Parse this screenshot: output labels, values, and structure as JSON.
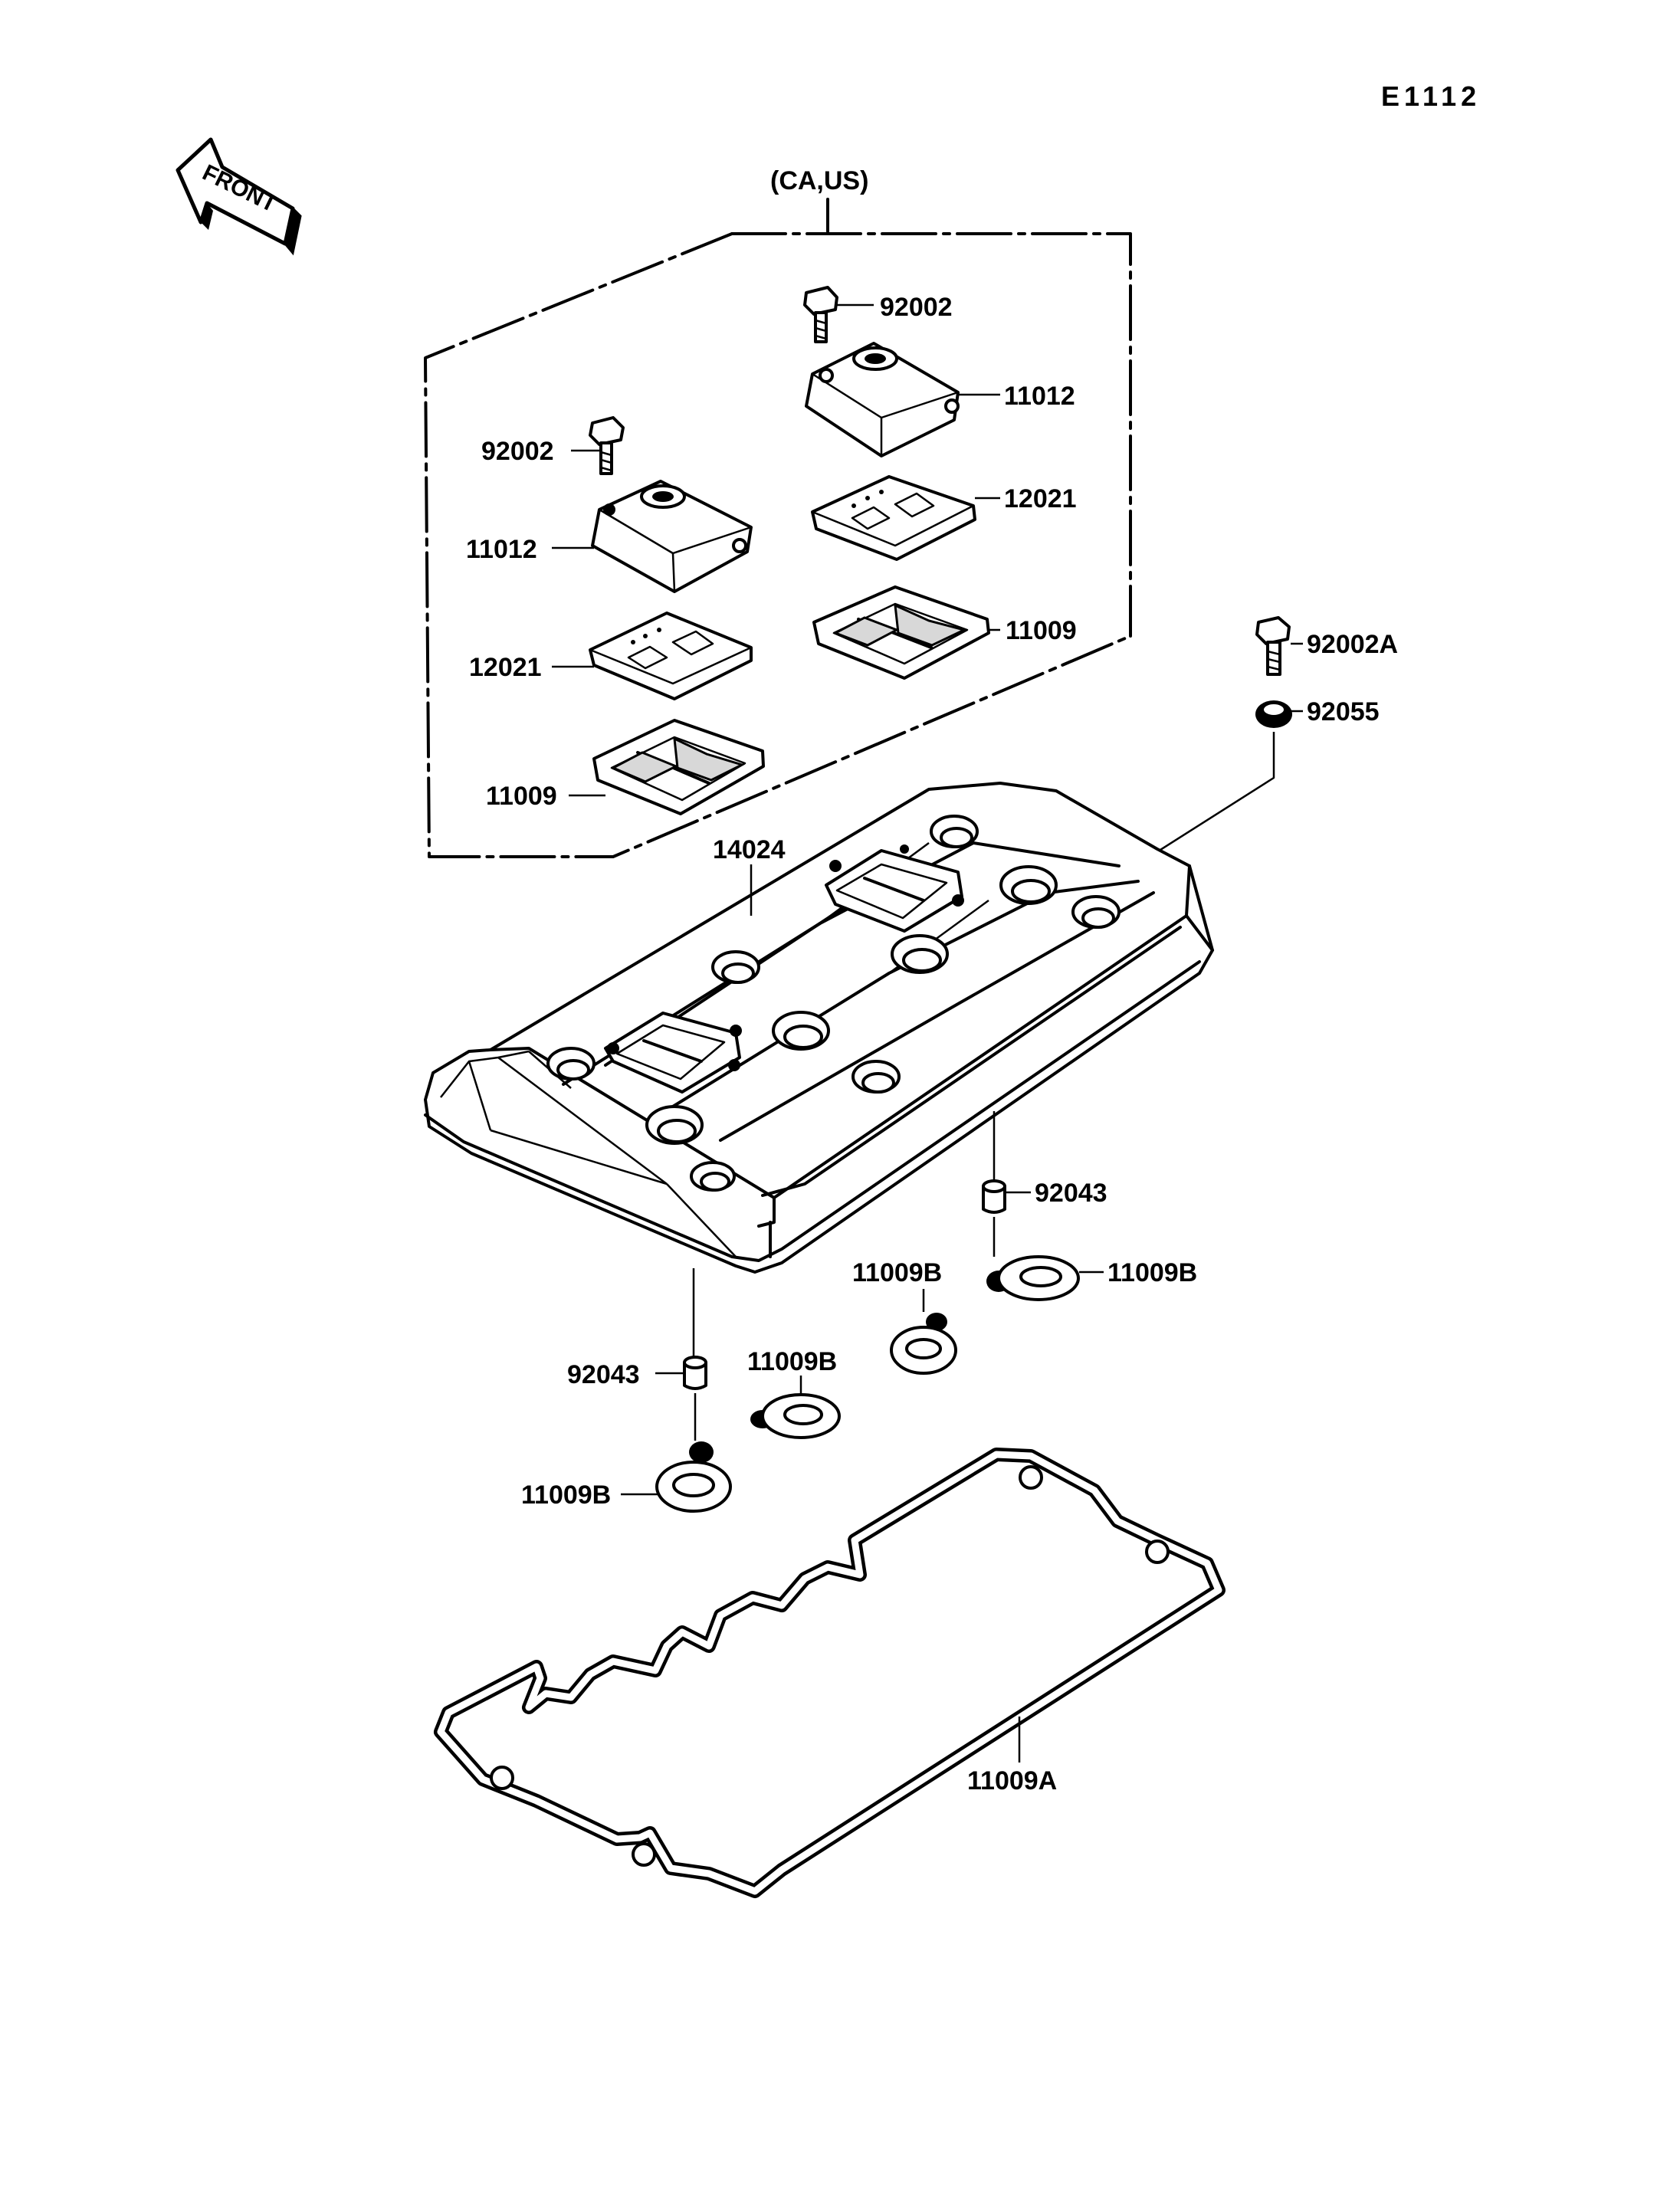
{
  "diagram_code": "E1112",
  "front_indicator": "FRONT",
  "variant_group": "(CA,US)",
  "callouts": {
    "bolt_upper_right": "92002",
    "cap_upper_right": "11012",
    "bolt_upper_left": "92002",
    "cap_upper_left": "11012",
    "plate_right": "12021",
    "plate_left": "12021",
    "gasket_right": "11009",
    "gasket_left": "11009",
    "bolt_cover": "92002A",
    "grommet": "92055",
    "head_cover": "14024",
    "dowel_right": "92043",
    "oring_far_right": "11009B",
    "oring_mid_right": "11009B",
    "oring_mid_left": "11009B",
    "dowel_left": "92043",
    "oring_left": "11009B",
    "cover_gasket": "11009A"
  },
  "icons": {
    "front_arrow": "front-arrow-icon"
  }
}
